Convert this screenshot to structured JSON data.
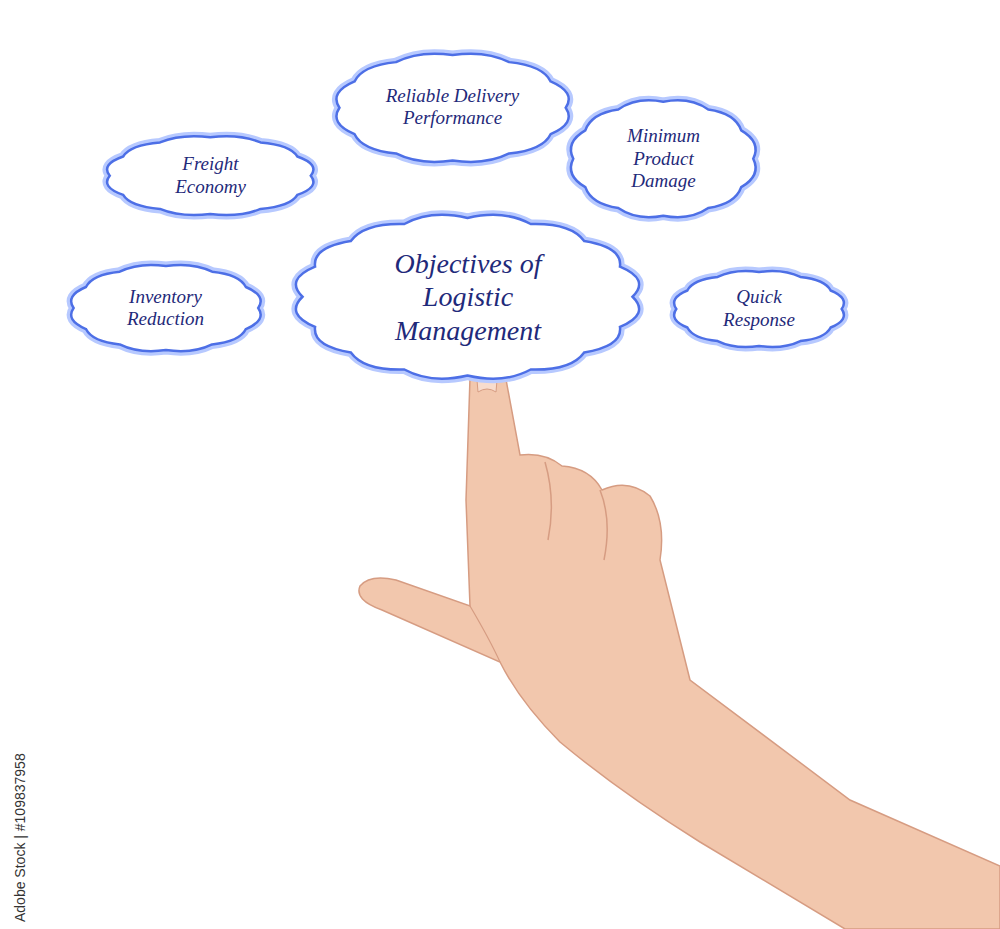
{
  "diagram": {
    "nodes": [
      {
        "text": [
          "Reliable Delivery Performance"
        ]
      },
      {
        "text": [
          "Freight Economy"
        ]
      },
      {
        "text": [
          "Minimum Product Damage"
        ]
      },
      {
        "text": [
          "Inventory Reduction"
        ]
      },
      {
        "text": [
          "Objectives of Logistic Management"
        ]
      },
      {
        "text": [
          "Quick Response"
        ]
      }
    ],
    "labels": [
      "Adobe Stock | #109837958"
    ]
  }
}
